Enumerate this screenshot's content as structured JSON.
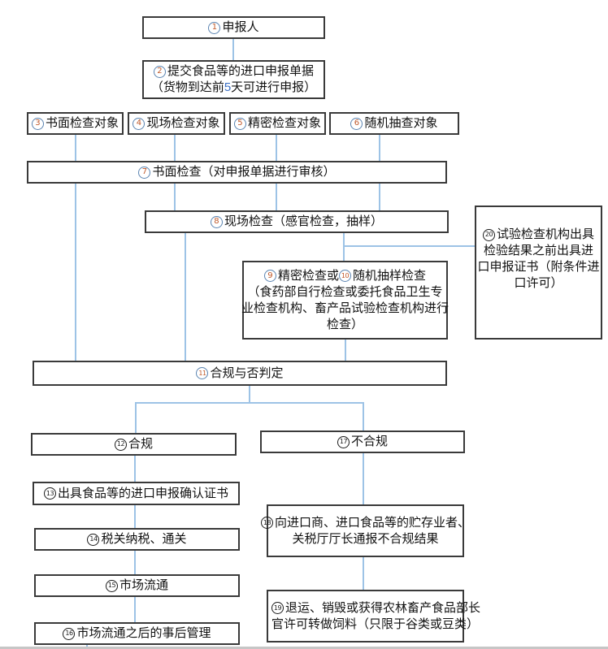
{
  "colors": {
    "connector": "#9dc3e6",
    "box_border": "#3a3a3a",
    "circle_blue": "#5b84b1",
    "digit_orange": "#c0592b",
    "highlight_blue": "#3b6fc4"
  },
  "boxes": {
    "b1": {
      "num": "1",
      "text": "申报人"
    },
    "b2": {
      "num": "2",
      "text": "提交食品等的进口申报单据",
      "line2_pre": "（货物到达前 ",
      "line2_highlight": "5",
      "line2_post": " 天可进行申报）"
    },
    "b3": {
      "num": "3",
      "text": "书面检查对象"
    },
    "b4": {
      "num": "4",
      "text": "现场检查对象"
    },
    "b5": {
      "num": "5",
      "text": "精密检查对象"
    },
    "b6": {
      "num": "6",
      "text": "随机抽查对象"
    },
    "b7": {
      "num": "7",
      "text": "书面检查（对申报单据进行审核）"
    },
    "b8": {
      "num": "8",
      "text": "现场检查（感官检查，抽样）"
    },
    "b9": {
      "num": "9",
      "text": "精密检查或",
      "num2": "10",
      "text2": "随机抽样检查",
      "line2": "（食药部自行检查或委托食品卫生专",
      "line3": "业检查机构、畜产品试验检查机构进行",
      "line4": "检查）"
    },
    "b20": {
      "num": "20",
      "line1": "试验检查机构出具",
      "line2": "检验结果之前出具进",
      "line3": "口申报证书（附条件进",
      "line4": "口许可）"
    },
    "b11": {
      "num": "11",
      "text": "合规与否判定"
    },
    "b12": {
      "num": "12",
      "text": "合规"
    },
    "b17": {
      "num": "17",
      "text": "不合规"
    },
    "b13": {
      "num": "13",
      "text": "出具食品等的进口申报确认证书"
    },
    "b14": {
      "num": "14",
      "text": "税关纳税、通关"
    },
    "b15": {
      "num": "15",
      "text": "市场流通"
    },
    "b16": {
      "num": "16",
      "text": "市场流通之后的事后管理"
    },
    "b18": {
      "num": "18",
      "line1": "向进口商、进口食品等的贮存业者、",
      "line2": "关税厅厅长通报不合规结果"
    },
    "b19": {
      "num": "19",
      "line1": "退运、销毁或获得农林畜产食品部长",
      "line2": "官许可转做饲料（只限于谷类或豆类）"
    }
  }
}
